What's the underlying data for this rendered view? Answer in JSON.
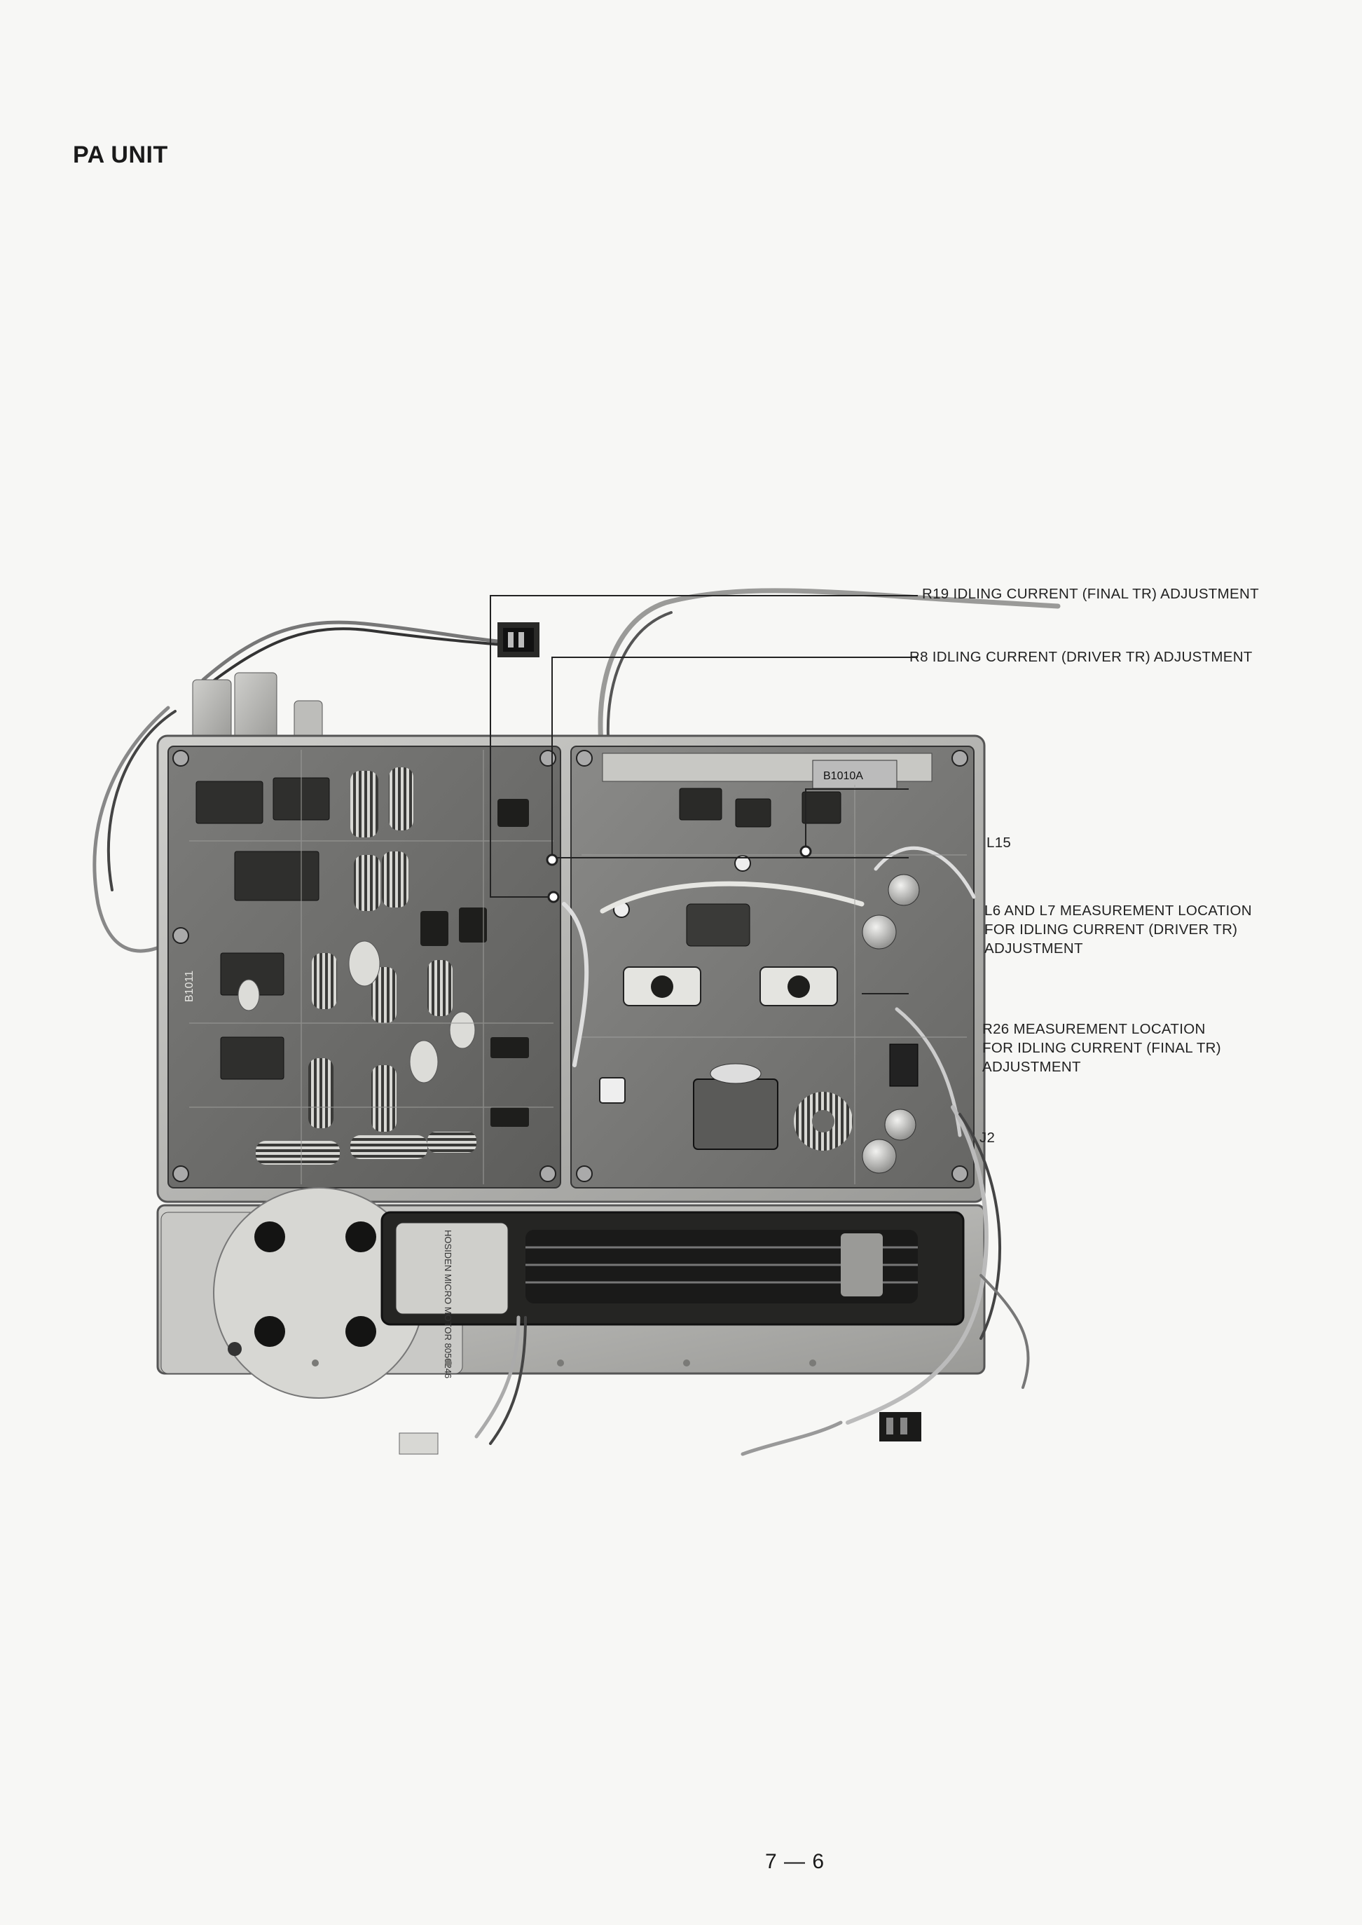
{
  "title": "PA UNIT",
  "callouts": {
    "r19": "R19 IDLING CURRENT (FINAL TR) ADJUSTMENT",
    "r8": "R8 IDLING CURRENT (DRIVER TR) ADJUSTMENT",
    "l15": "L15",
    "l6l7": [
      "L6 AND L7 MEASUREMENT LOCATION",
      "FOR IDLING CURRENT (DRIVER TR)",
      "ADJUSTMENT"
    ],
    "r26": [
      "R26 MEASUREMENT LOCATION",
      "FOR IDLING CURRENT (FINAL TR)",
      "ADJUSTMENT"
    ],
    "j2": "J2"
  },
  "board_labels": {
    "right_board_code": "B1010A",
    "left_board_code": "B1011",
    "motor_label": "HOSIDEN MICRO MOTOR 8050246"
  },
  "page_number": "7 — 6"
}
